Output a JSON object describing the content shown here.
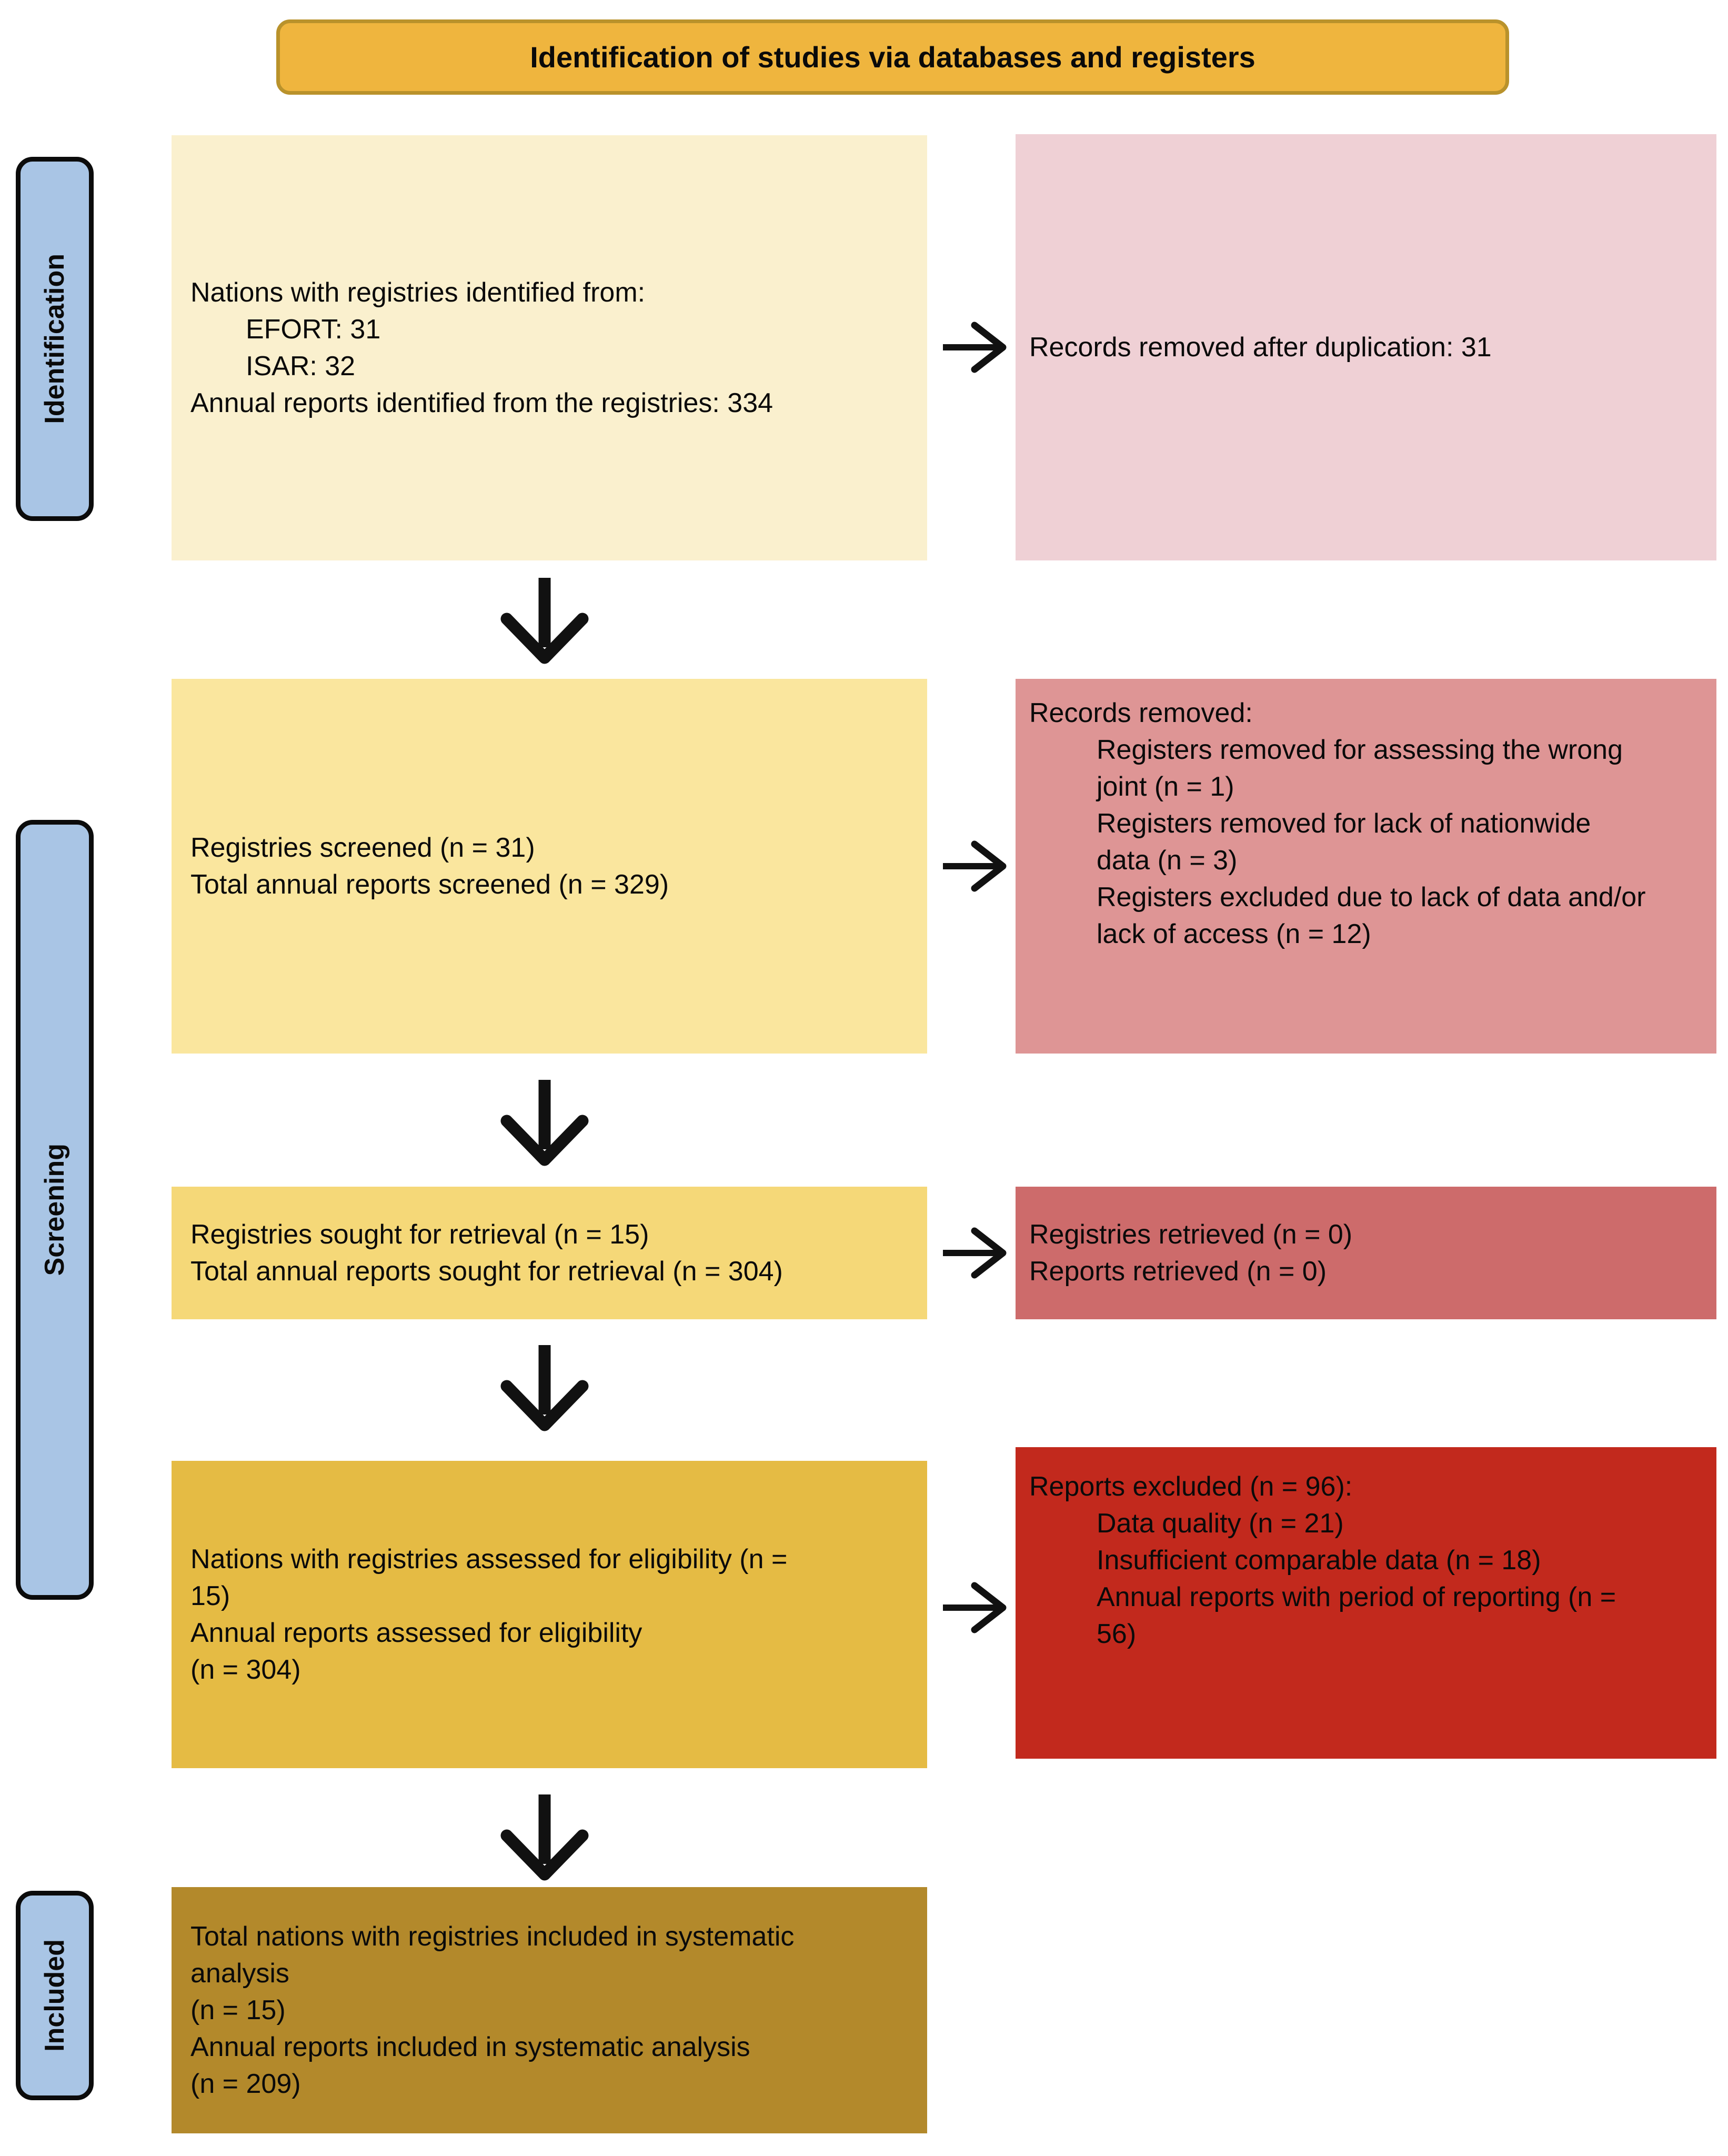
{
  "banner": {
    "title": "Identification of studies via databases and registers"
  },
  "sidebar": {
    "identification": "Identification",
    "screening": "Screening",
    "included": "Included"
  },
  "flow": {
    "identified": {
      "lines": [
        "Nations with registries identified from:",
        "EFORT: 31",
        "ISAR: 32",
        "Annual reports identified from the registries: 334"
      ]
    },
    "dedup": {
      "lines": [
        "Records removed after duplication: 31"
      ]
    },
    "screened": {
      "lines": [
        "Registries screened (n = 31)",
        "Total annual reports screened (n = 329)"
      ]
    },
    "removed": {
      "lines": [
        "Records removed:",
        "Registers removed for assessing the wrong",
        "joint (n = 1)",
        "Registers removed for lack of nationwide",
        "data (n = 3)",
        "Registers excluded due to lack of data and/or",
        "lack of access (n = 12)"
      ]
    },
    "sought": {
      "lines": [
        "Registries sought for retrieval (n = 15)",
        "Total annual reports sought for retrieval (n = 304)"
      ]
    },
    "retrieved": {
      "lines": [
        "Registries retrieved (n = 0)",
        "Reports retrieved (n = 0)"
      ]
    },
    "assessed": {
      "lines": [
        "Nations with registries assessed for eligibility (n =",
        "15)",
        "Annual reports assessed for eligibility",
        "(n = 304)"
      ]
    },
    "excluded": {
      "lines": [
        "Reports excluded (n = 96):",
        "Data quality (n = 21)",
        "Insufficient comparable data (n = 18)",
        "Annual reports with period of reporting (n =",
        "56)"
      ]
    },
    "included": {
      "lines": [
        "Total nations with registries included in systematic",
        "analysis",
        "(n = 15)",
        "Annual reports included in systematic analysis",
        "(n = 209)"
      ]
    }
  },
  "colors": {
    "banner_fill": "#EFB53E",
    "banner_border": "#B9922B",
    "sidebar_fill": "#A9C5E5",
    "identified": "#FAF0CE",
    "dedup": "#EFD0D5",
    "screened": "#FAE69E",
    "removed": "#DE9595",
    "sought": "#F5D878",
    "retrieved": "#CD6B6B",
    "assessed": "#E5BB44",
    "excluded": "#C2291D",
    "included": "#B3892B",
    "arrow": "#111111"
  }
}
